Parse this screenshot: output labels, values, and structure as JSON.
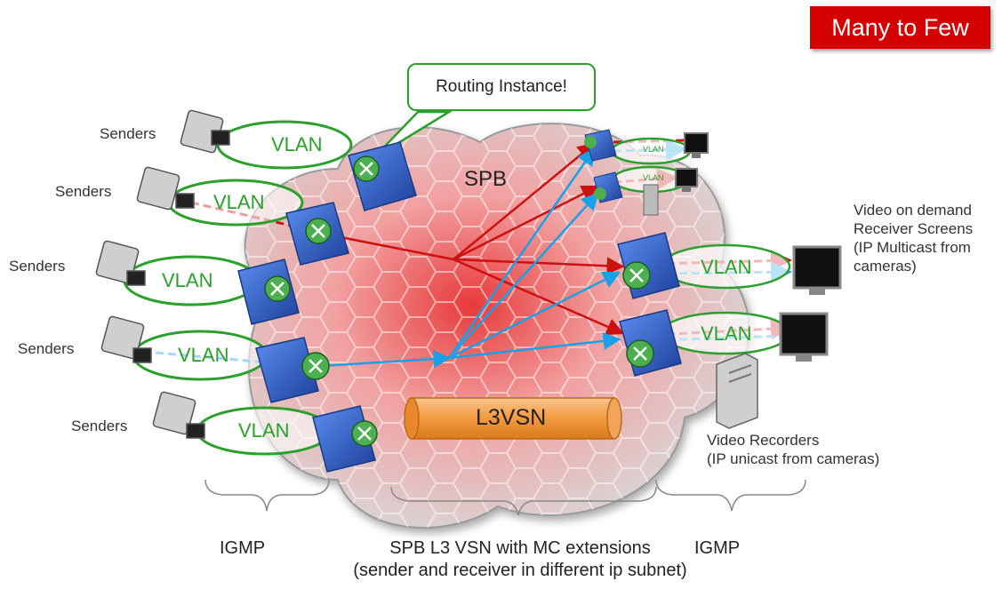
{
  "badge": {
    "label": "Many to Few",
    "color": "#d40000"
  },
  "callout": {
    "text": "Routing Instance!"
  },
  "cloud": {
    "label": "SPB"
  },
  "tunnel": {
    "label": "L3VSN",
    "color": "#f5a04a"
  },
  "senders": [
    {
      "label": "Senders",
      "vlan": "VLAN"
    },
    {
      "label": "Senders",
      "vlan": "VLAN"
    },
    {
      "label": "Senders",
      "vlan": "VLAN"
    },
    {
      "label": "Senders",
      "vlan": "VLAN"
    },
    {
      "label": "Senders",
      "vlan": "VLAN"
    }
  ],
  "receivers": [
    {
      "vlan": "VLAN"
    },
    {
      "vlan": "VLAN"
    },
    {
      "vlan": "VLAN"
    },
    {
      "vlan": "VLAN"
    }
  ],
  "right_labels": {
    "vod": [
      "Video on demand",
      "Receiver Screens",
      "(IP Multicast from",
      "cameras)"
    ],
    "recorders": [
      "Video Recorders",
      "(IP unicast from cameras)"
    ]
  },
  "bottom": {
    "left": "IGMP",
    "middle": [
      "SPB L3 VSN with MC extensions",
      "(sender and receiver in different ip subnet)"
    ],
    "right": "IGMP"
  },
  "colors": {
    "multicast": "#cc1111",
    "unicast": "#1aa0e8",
    "vlan_outline": "#2ca02c",
    "switch": "#2a5fc4"
  }
}
